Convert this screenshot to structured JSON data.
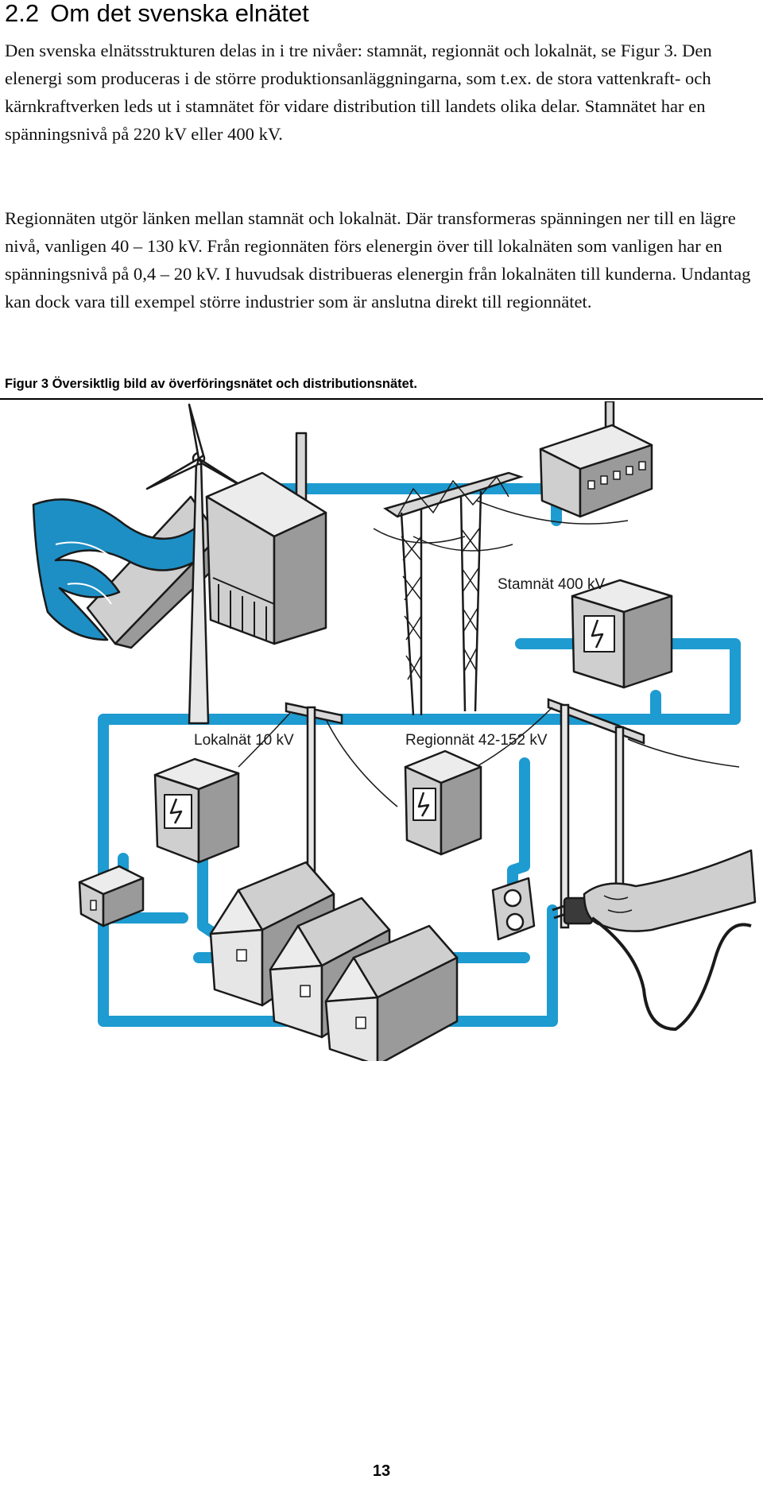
{
  "section": {
    "number": "2.2",
    "title": "Om det svenska elnätet"
  },
  "paragraphs": [
    "Den svenska elnätsstrukturen delas in i tre nivåer: stamnät, regionnät och lokalnät, se Figur 3. Den elenergi som produceras i de större produktionsanläggningarna, som t.ex. de stora vattenkraft- och kärnkraftverken leds ut i stamnätet för vidare distribution till landets olika delar. Stamnätet har en spänningsnivå på 220 kV eller 400 kV.",
    "Regionnäten utgör länken mellan stamnät och lokalnät. Där transformeras spänningen ner till en lägre nivå, vanligen 40 – 130 kV. Från regionnäten förs elenergin över till lokalnäten som vanligen har en spänningsnivå på 0,4 – 20 kV. I huvudsak distribueras elenergin från lokalnäten till kunderna. Undantag kan dock vara till exempel större industrier som är anslutna direkt till regionnätet."
  ],
  "figure": {
    "caption": "Figur 3 Översiktlig bild av överföringsnätet och distributionsnätet.",
    "labels": {
      "stamnat": "Stamnät 400 kV",
      "lokalnat": "Lokalnät 10 kV",
      "regionnat": "Regionnät 42-152 kV"
    },
    "colors": {
      "network_line": "#1e9bd0",
      "water": "#1d8fc4",
      "box_front": "#cfcfcf",
      "box_side": "#9a9a9a",
      "box_top": "#ececec",
      "outline": "#1a1a1a"
    },
    "icons": [
      "wind-turbine-icon",
      "power-plant-icon",
      "hydro-dam-icon",
      "factory-icon",
      "pylon-icon",
      "transformer-icon",
      "house-icon",
      "wall-socket-icon",
      "plug-icon",
      "hand-icon"
    ]
  },
  "page_number": "13"
}
